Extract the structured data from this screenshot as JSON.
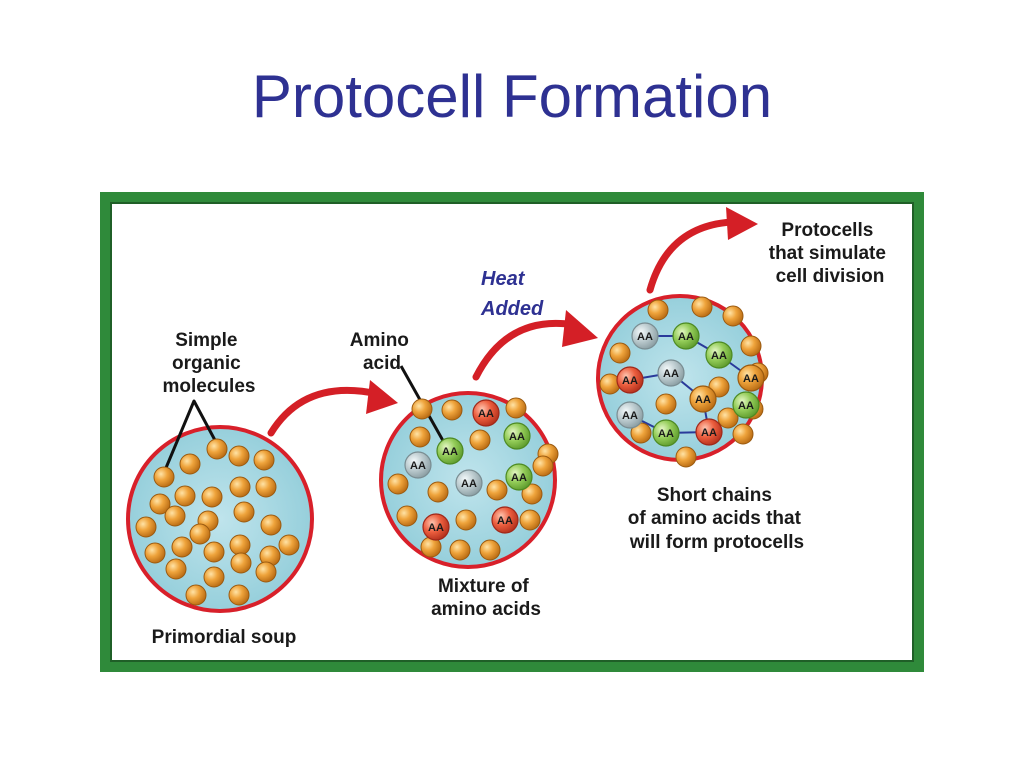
{
  "title": "Protocell Formation",
  "labels": {
    "simple_organic_molecules": [
      "Simple",
      "organic",
      "molecules"
    ],
    "amino_acid": [
      "Amino",
      "acid"
    ],
    "heat_added": [
      "Heat",
      "Added"
    ],
    "protocells": [
      "Protocells",
      "that simulate",
      "cell division"
    ],
    "short_chains": [
      "Short chains",
      "of amino acids that",
      "will form protocells"
    ],
    "mixture": [
      "Mixture of",
      "amino acids"
    ],
    "primordial_soup": "Primordial soup"
  },
  "molecule_label": "AA",
  "colors": {
    "title": "#2e3192",
    "frame": "#2f8a3a",
    "circle_fill": "#9fd3df",
    "circle_border": "#d8202a",
    "arrow": "#d41f26",
    "molecule_orange": "#e8952a",
    "aa_green": "#8cc752",
    "aa_red": "#e8503a",
    "aa_gray": "#b8c8cc",
    "chain": "#2a3a9a"
  }
}
